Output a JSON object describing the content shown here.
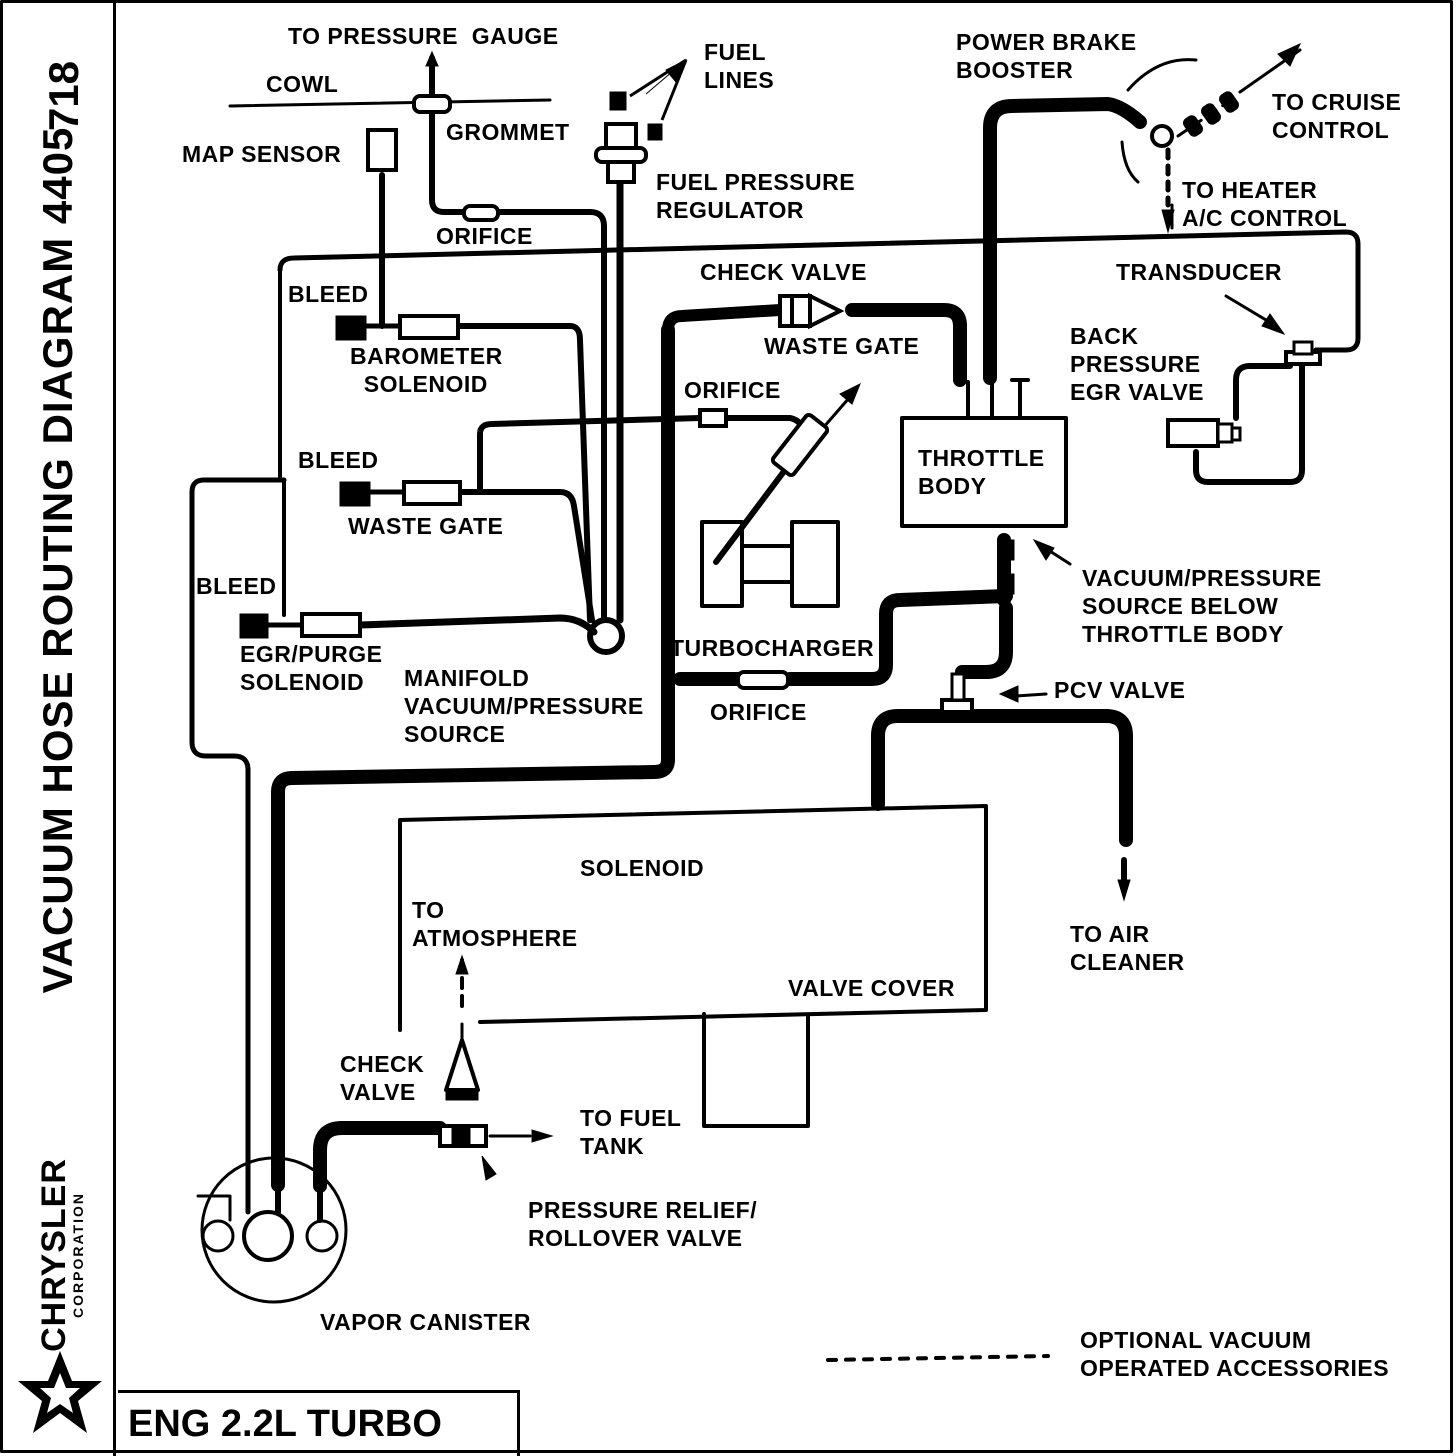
{
  "sidebar": {
    "code": "718",
    "title": "VACUUM HOSE ROUTING DIAGRAM 4405",
    "brand_name": "CHRYSLER",
    "brand_sub": "CORPORATION"
  },
  "engine_label": "ENG 2.2L TURBO",
  "labels": {
    "to_pressure_gauge": "TO PRESSURE  GAUGE",
    "cowl": "COWL",
    "grommet": "GROMMET",
    "fuel_lines": "FUEL\nLINES",
    "power_brake_booster": "POWER BRAKE\nBOOSTER",
    "to_cruise_control": "TO CRUISE\nCONTROL",
    "map_sensor": "MAP SENSOR",
    "fuel_pressure_regulator": "FUEL PRESSURE\nREGULATOR",
    "to_heater_ac": "TO HEATER\nA/C CONTROL",
    "orifice_top": "ORIFICE",
    "check_valve_top": "CHECK VALVE",
    "transducer": "TRANSDUCER",
    "bleed_1": "BLEED",
    "barometer_solenoid": "BAROMETER\n  SOLENOID",
    "waste_gate_top": "WASTE GATE",
    "back_pressure_egr": "BACK\nPRESSURE\nEGR VALVE",
    "orifice_mid": "ORIFICE",
    "bleed_2": "BLEED",
    "throttle_body": "THROTTLE\nBODY",
    "waste_gate_mid": "WASTE GATE",
    "bleed_3": "BLEED",
    "vacuum_pressure_source": "VACUUM/PRESSURE\nSOURCE BELOW\nTHROTTLE BODY",
    "egr_purge_solenoid": "EGR/PURGE\nSOLENOID",
    "turbocharger": "TURBOCHARGER",
    "manifold_source": "MANIFOLD\nVACUUM/PRESSURE\nSOURCE",
    "orifice_low": "ORIFICE",
    "pcv_valve": "PCV VALVE",
    "solenoid": "SOLENOID",
    "to_atmosphere": "TO\nATMOSPHERE",
    "to_air_cleaner": "TO AIR\nCLEANER",
    "valve_cover": "VALVE COVER",
    "check_valve_low": "CHECK\nVALVE",
    "to_fuel_tank": "TO FUEL\nTANK",
    "pressure_relief": "PRESSURE RELIEF/\nROLLOVER VALVE",
    "vapor_canister": "VAPOR CANISTER",
    "optional_accessories": "OPTIONAL VACUUM\nOPERATED ACCESSORIES"
  }
}
